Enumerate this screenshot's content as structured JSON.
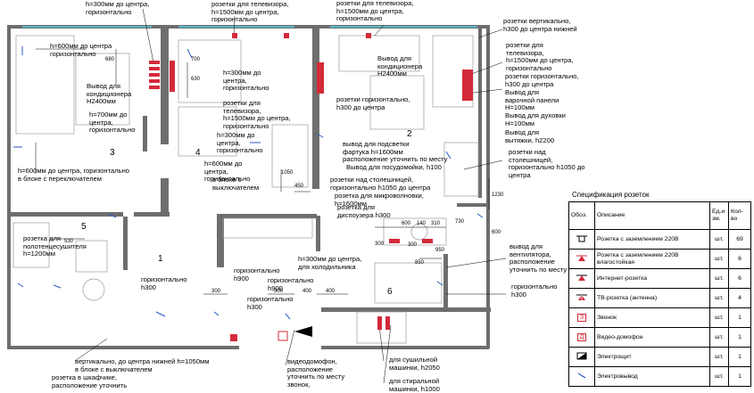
{
  "rooms": [
    "1",
    "2",
    "3",
    "4",
    "5",
    "6"
  ],
  "labels": [
    "h=300мм до центра,\nгоризонтально",
    "розетки для телевизора,\nh=1500мм до центра,\nгоризонтально",
    "розетки для телевизора,\nh=1500мм до центра,\nгоризонтально",
    "розетки вертикально,\nh300 до центра нижней",
    "h=600мм до центра\nгоризонтально",
    "розетки для\nтелевизора,\nh=1500мм до центра,\nгоризонтально",
    "Вывод для\nкондиционера\nH2400мм",
    "розетки горизонтально,\nh300 до центра",
    "Вывод для\nварочной панели\nH=100мм",
    "Вывод для\nкондиционера\nH2400мм",
    "h=300мм до\nцентра,\nгоризонтально",
    "Вывод для духовки\nH=100мм",
    "розетки для\nтелевизора,\nh=1500мм до центра,\nгоризонтально",
    "Вывод для\nвытяжки, h2200",
    "h=700мм до\nцентра,\nгоризонтально",
    "розетки горизонтально,\nh300 до центра",
    "h=300мм до\nцентра,\nгоризонтально",
    "вывод для подсветки\nфартука h=1600мм\nрасположение уточнить по месту",
    "h=600мм до\nцентра,\nгоризонтально",
    "Вывод для посудомойки, h100",
    "розетки над\nстолешницей,\nгоризонтально h1050 до\nцентра",
    "h=600мм до центра, горизонтально\nв блоке с переключателем",
    "в блоке с\nвыключателем",
    "розетки над столешницей,\nгоризонтально h1050 до центра",
    "розетка для микроволновки,\nh=1600мм",
    "розетка для\nдиспоузера h300",
    "розетка для\nполотенцесушителя\nh=1200мм",
    "h=300мм до центра,\nдля холодильника",
    "вывод для\nвентилятора,\nрасположение\nуточнить по месту",
    "горизонтально\nh300",
    "горизонтально\nh900",
    "горизонтально\nh300",
    "горизонтально\nh900",
    "горизонтально\nh300",
    "видеодомофон,\nрасположение\nуточнить по месту\nзвонок,",
    "для сушильной\nмашинки, h2050",
    "вертикально, до центра нижней h=1050мм\nв блоке с выключателем",
    "для стиральной\nмашинки, h1000",
    "розетка в шкафчике,\nрасположение уточнить"
  ],
  "dims": [
    "680",
    "700",
    "630",
    "1050",
    "450",
    "600",
    "140",
    "310",
    "730",
    "600",
    "1230",
    "850",
    "400",
    "300",
    "300",
    "400",
    "300",
    "300",
    "530",
    "950"
  ],
  "spec": {
    "title": "Спецификация розеток",
    "headers": [
      "Обоз.",
      "Описание",
      "Ед.и зм.",
      "Кол-во"
    ],
    "rows": [
      {
        "desc": "Розетка с заземлением 220В",
        "unit": "шт.",
        "qty": "69"
      },
      {
        "desc": "Розетка с заземлением 220В влагостойкая",
        "unit": "шт.",
        "qty": "6"
      },
      {
        "desc": "Интернет-розетка",
        "unit": "шт.",
        "qty": "6"
      },
      {
        "desc": "ТВ-розетка (антенна)",
        "unit": "шт.",
        "qty": "4"
      },
      {
        "desc": "Звонок",
        "unit": "шт.",
        "qty": "1",
        "sym": "З"
      },
      {
        "desc": "Видео-домофон",
        "unit": "шт.",
        "qty": "1",
        "sym": "Д"
      },
      {
        "desc": "Электрощит",
        "unit": "шт.",
        "qty": "1"
      },
      {
        "desc": "Электровывод",
        "unit": "шт.",
        "qty": "1"
      }
    ]
  },
  "colors": {
    "wall": "#6e6e6e",
    "outlet": "#d42a3a",
    "wire": "#2a57c8",
    "window": "#58b7c9"
  }
}
